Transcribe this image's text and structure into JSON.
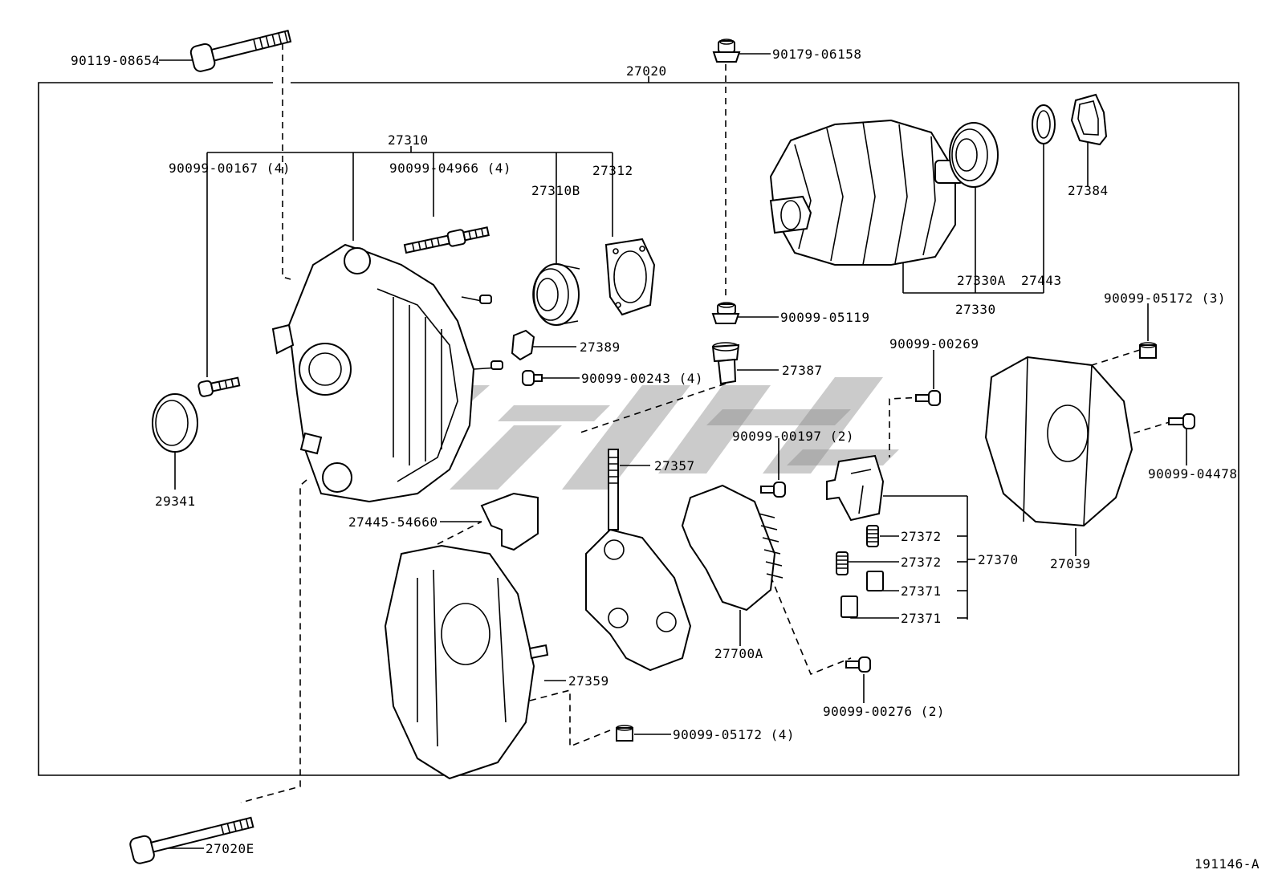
{
  "diagram_id": "191146-A",
  "assembly_label": "27020",
  "labels": {
    "p90119_08654": "90119-08654",
    "p90179_06158": "90179-06158",
    "p27310": "27310",
    "p90099_00167": "90099-00167 (4)",
    "p90099_04966": "90099-04966 (4)",
    "p27312": "27312",
    "p27310B": "27310B",
    "p27384": "27384",
    "p27330A": "27330A",
    "p27443": "27443",
    "p27330": "27330",
    "p90099_05119": "90099-05119",
    "p90099_05172_3": "90099-05172 (3)",
    "p27389": "27389",
    "p90099_00243": "90099-00243 (4)",
    "p27387": "27387",
    "p90099_00269": "90099-00269",
    "p29341": "29341",
    "p90099_00197": "90099-00197 (2)",
    "p90099_04478": "90099-04478",
    "p27357": "27357",
    "p27445_54660": "27445-54660",
    "p27372a": "27372",
    "p27372b": "27372",
    "p27370": "27370",
    "p27371a": "27371",
    "p27371b": "27371",
    "p27039": "27039",
    "p27700A": "27700A",
    "p27359": "27359",
    "p90099_00276": "90099-00276 (2)",
    "p90099_05172_4": "90099-05172 (4)",
    "p27020E": "27020E"
  }
}
